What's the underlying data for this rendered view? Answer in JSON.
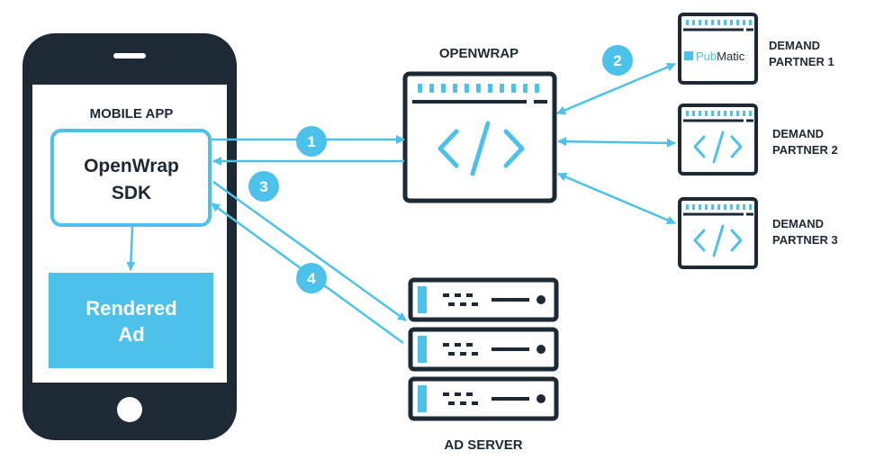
{
  "mobile_app": {
    "label": "MOBILE APP",
    "sdk_line1": "OpenWrap",
    "sdk_line2": "SDK",
    "ad_line1": "Rendered",
    "ad_line2": "Ad"
  },
  "openwrap": {
    "label": "OPENWRAP"
  },
  "ad_server": {
    "label": "AD SERVER"
  },
  "demand_partners": [
    {
      "line1": "DEMAND",
      "line2": "PARTNER 1",
      "logo_pub": "Pub",
      "logo_matic": "Matic"
    },
    {
      "line1": "DEMAND",
      "line2": "PARTNER 2"
    },
    {
      "line1": "DEMAND",
      "line2": "PARTNER 3"
    }
  ],
  "steps": [
    "1",
    "2",
    "3",
    "4"
  ],
  "colors": {
    "accent": "#4cc1ea",
    "dark": "#1d2a36",
    "white": "#ffffff"
  },
  "icons": {
    "phone": "smartphone-icon",
    "browser_code": "code-window-icon",
    "server": "server-rack-icon"
  }
}
